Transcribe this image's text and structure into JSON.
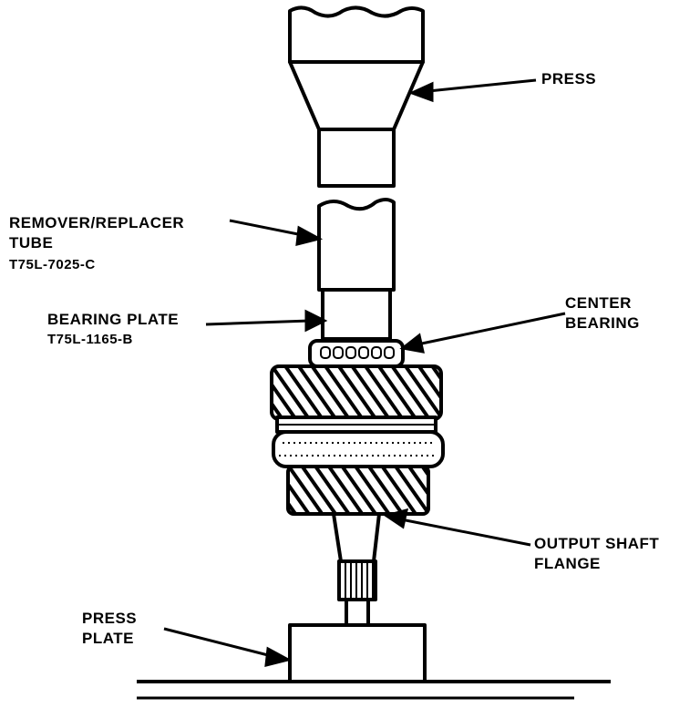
{
  "diagram": {
    "labels": {
      "press": "PRESS",
      "remover_tube": "REMOVER/REPLACER\nTUBE",
      "remover_tube_part": "T75L-7025-C",
      "bearing_plate": "BEARING PLATE",
      "bearing_plate_part": "T75L-1165-B",
      "center_bearing": "CENTER\nBEARING",
      "output_shaft_flange": "OUTPUT SHAFT\nFLANGE",
      "press_plate": "PRESS\nPLATE"
    }
  }
}
